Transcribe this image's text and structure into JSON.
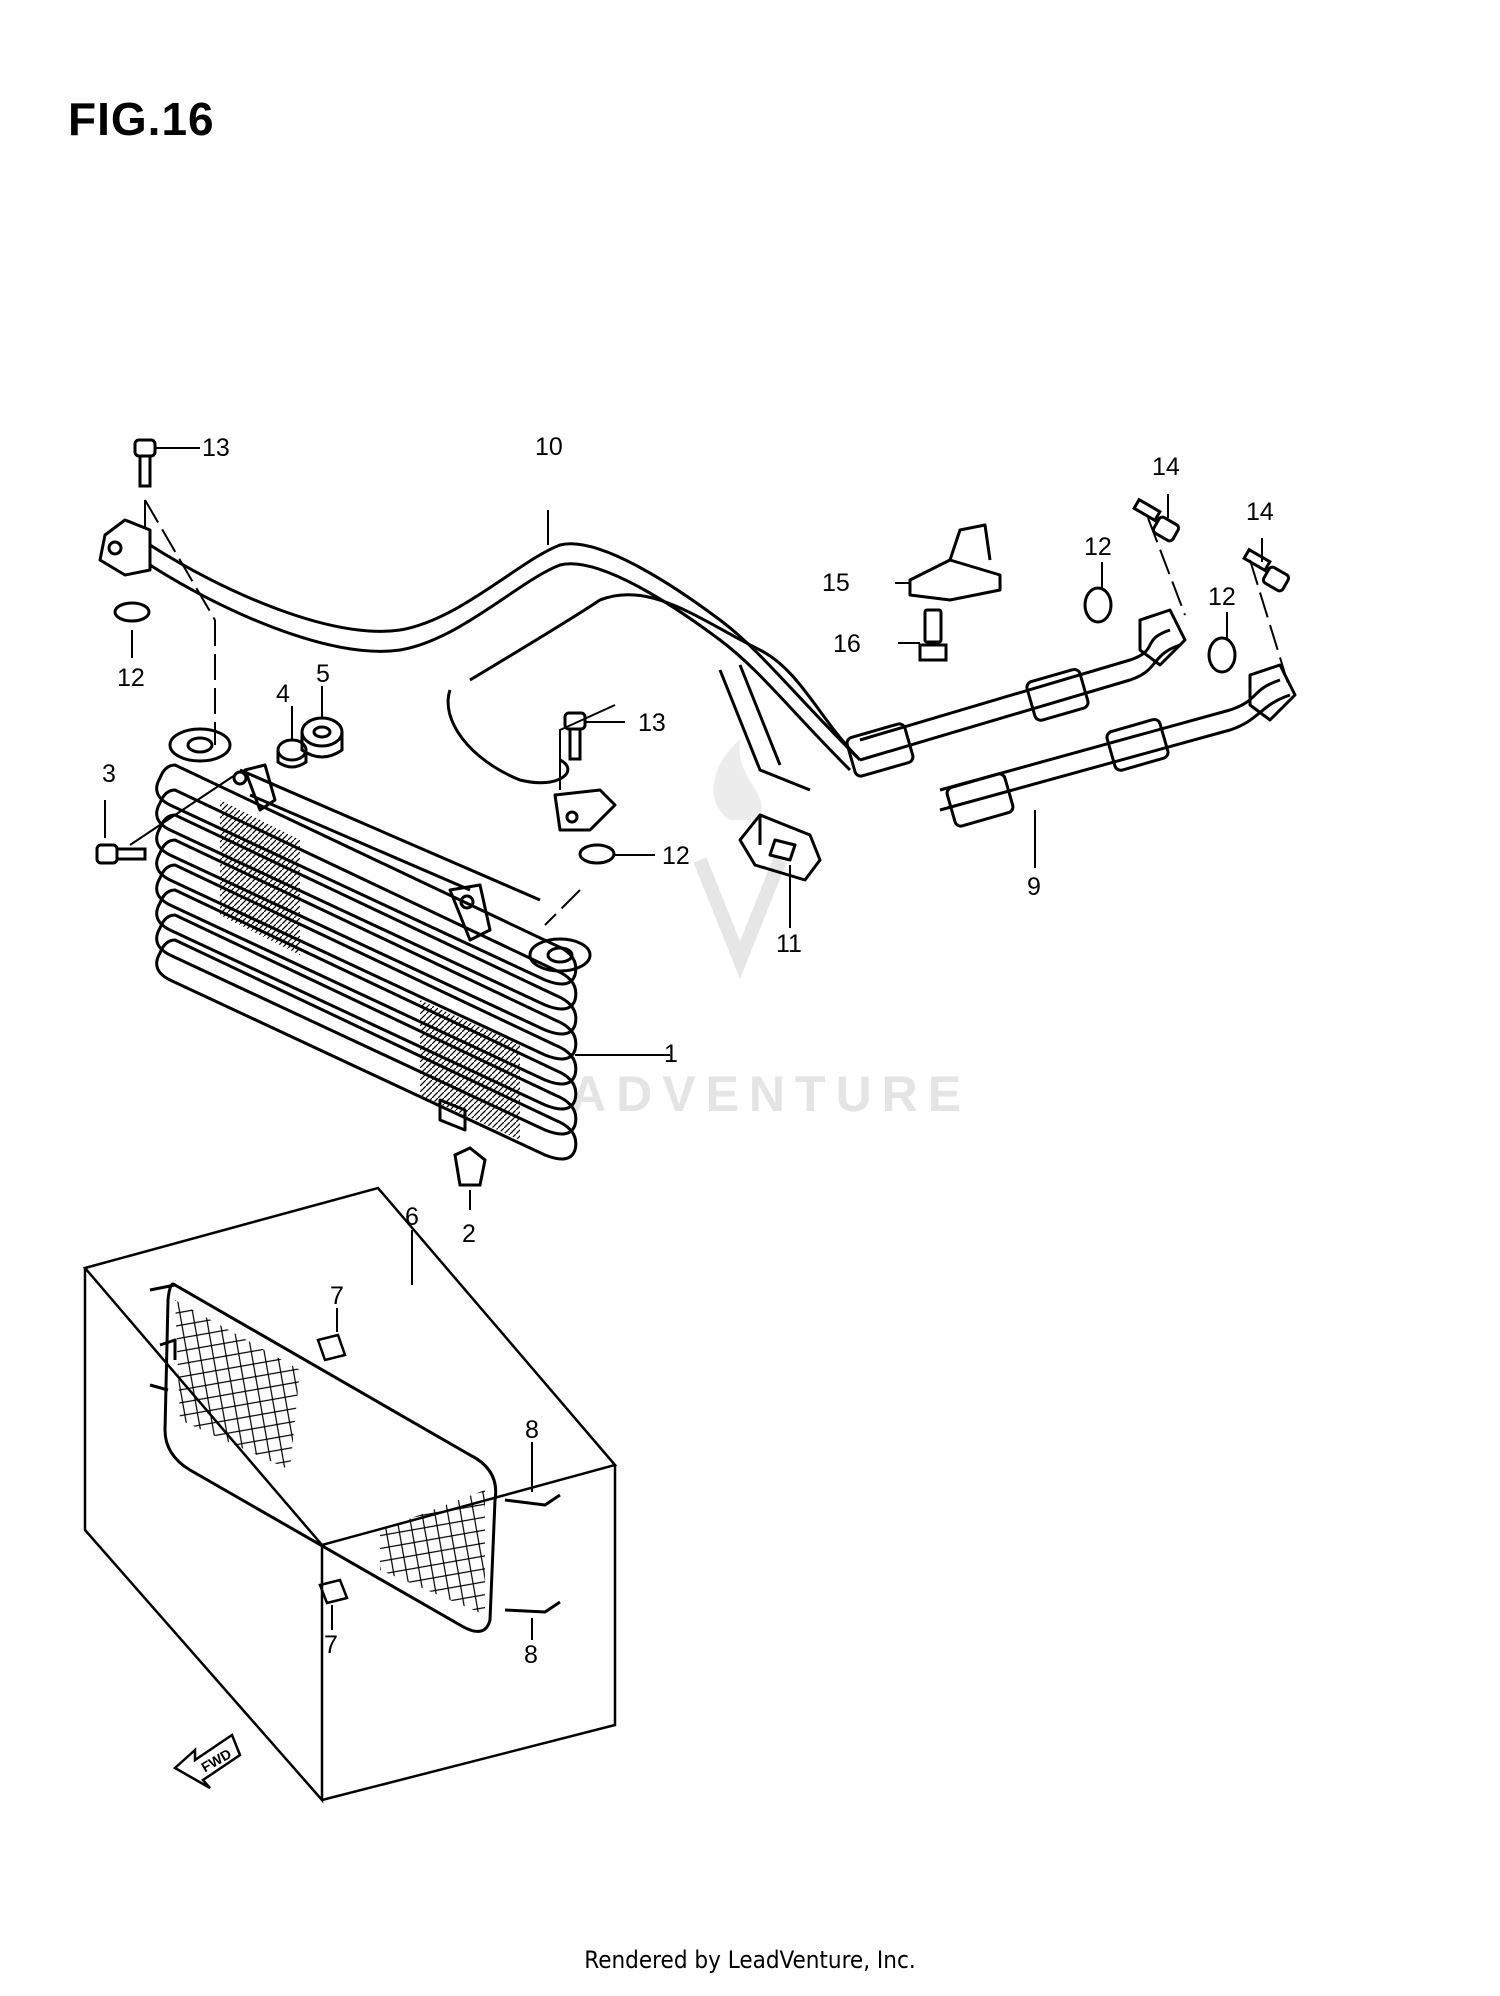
{
  "figure": {
    "title": "FIG.16"
  },
  "watermark": {
    "text": "ADVENTURE"
  },
  "fwd_label": "FWD",
  "footer": {
    "text": "Rendered by LeadVenture, Inc."
  },
  "callouts": {
    "c1": "1",
    "c2": "2",
    "c3": "3",
    "c4": "4",
    "c5": "5",
    "c6": "6",
    "c7a": "7",
    "c7b": "7",
    "c8a": "8",
    "c8b": "8",
    "c9": "9",
    "c10": "10",
    "c11": "11",
    "c12a": "12",
    "c12b": "12",
    "c12c": "12",
    "c12d": "12",
    "c13a": "13",
    "c13b": "13",
    "c14a": "14",
    "c14b": "14",
    "c15": "15",
    "c16": "16"
  },
  "colors": {
    "line": "#000000",
    "watermark": "#e4e4e4"
  }
}
